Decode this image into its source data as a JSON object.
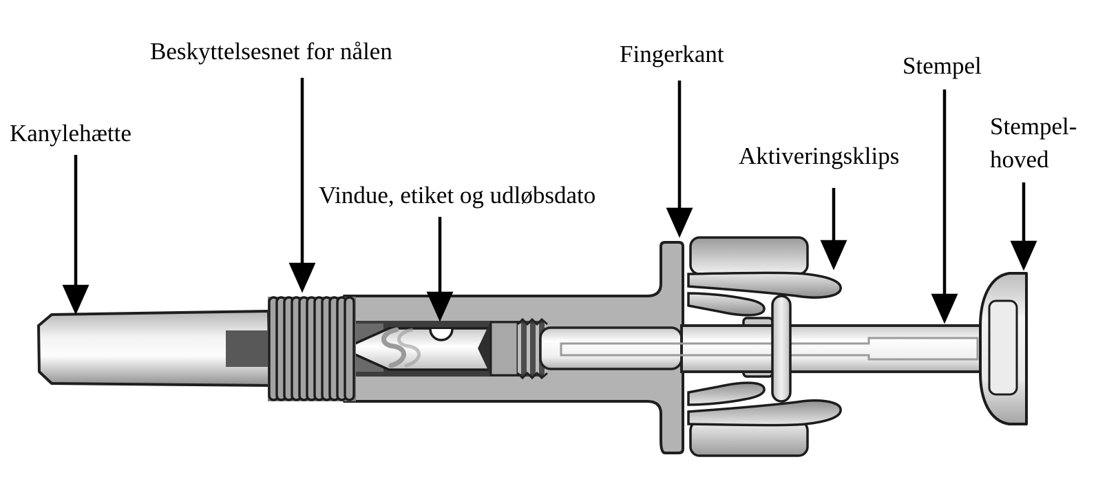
{
  "diagram": {
    "kind": "prefilled-syringe-parts-diagram",
    "language": "da",
    "labels": {
      "needle_cap": "Kanylehætte",
      "needle_net": "Beskyttelsesnet for nålen",
      "window": "Vindue, etiket og udløbsdato",
      "finger_flange": "Fingerkant",
      "activation_clip": "Aktiveringsklips",
      "plunger": "Stempel",
      "plunger_head_line1": "Stempel-",
      "plunger_head_line2": "hoved"
    },
    "colors": {
      "outline": "#1f1f1f",
      "body_grey": "#b3b3b3",
      "window_dark": "#3d3d3d",
      "spring_grey": "#a3a3a3",
      "text": "#000000",
      "background": "#ffffff"
    }
  }
}
